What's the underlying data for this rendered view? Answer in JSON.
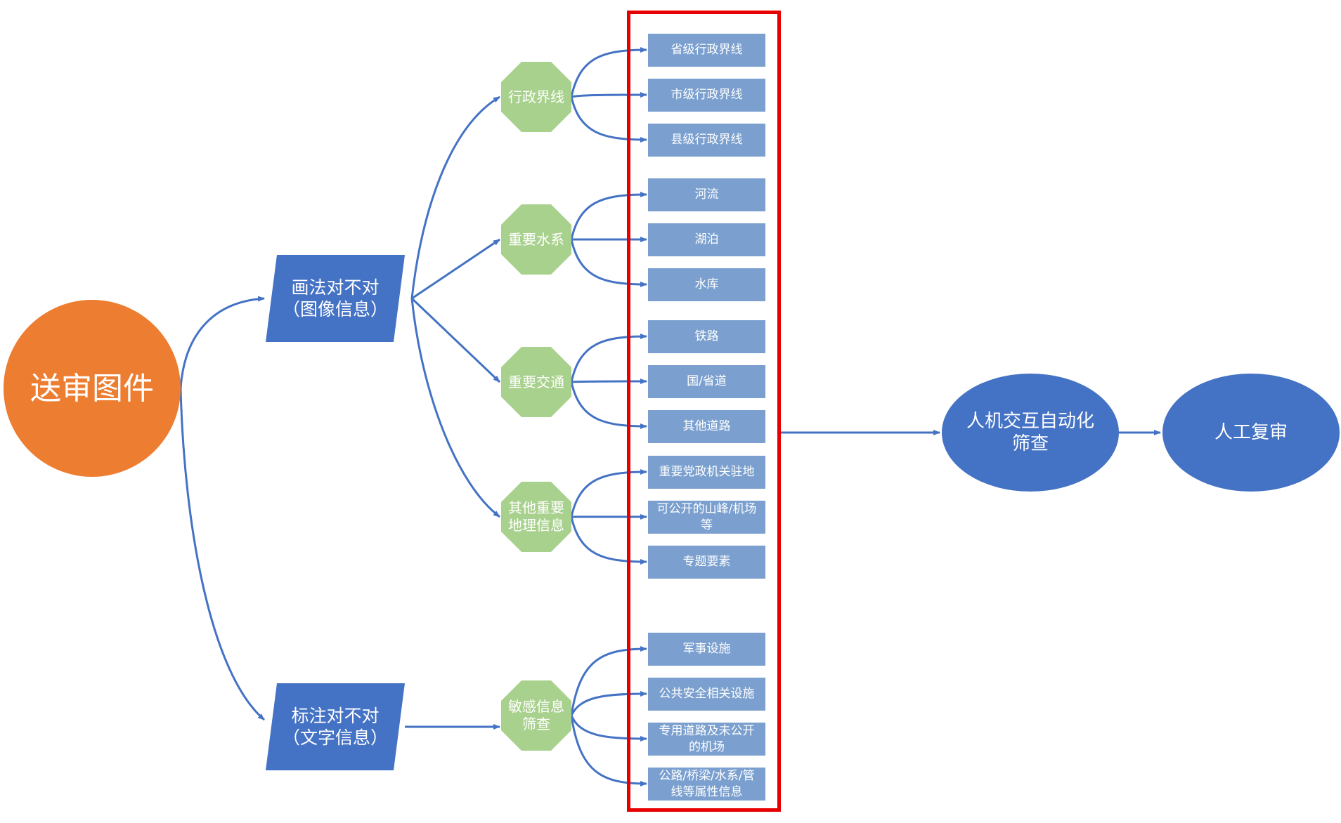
{
  "start": "送审图件",
  "categories": [
    {
      "label": "画法对不对\n（图像信息）"
    },
    {
      "label": "标注对不对\n（文字信息）"
    }
  ],
  "groups": [
    {
      "label": "行政界线",
      "items": [
        "省级行政界线",
        "市级行政界线",
        "县级行政界线"
      ]
    },
    {
      "label": "重要水系",
      "items": [
        "河流",
        "湖泊",
        "水库"
      ]
    },
    {
      "label": "重要交通",
      "items": [
        "铁路",
        "国/省道",
        "其他道路"
      ]
    },
    {
      "label": "其他重要\n地理信息",
      "items": [
        "重要党政机关驻地",
        "可公开的山峰/机场\n等",
        "专题要素"
      ]
    },
    {
      "label": "敏感信息\n筛查",
      "items": [
        "军事设施",
        "公共安全相关设施",
        "专用道路及未公开\n的机场",
        "公路/桥梁/水系/管\n线等属性信息"
      ]
    }
  ],
  "process": [
    "人机交互自动化\n筛查",
    "人工复审"
  ],
  "colors": {
    "start": "#ed7d31",
    "category": "#4472c4",
    "group": "#a9d18e",
    "leaf": "#7ba0cf",
    "process": "#4472c4",
    "arrow": "#4472c4",
    "highlight": "#e60000"
  }
}
